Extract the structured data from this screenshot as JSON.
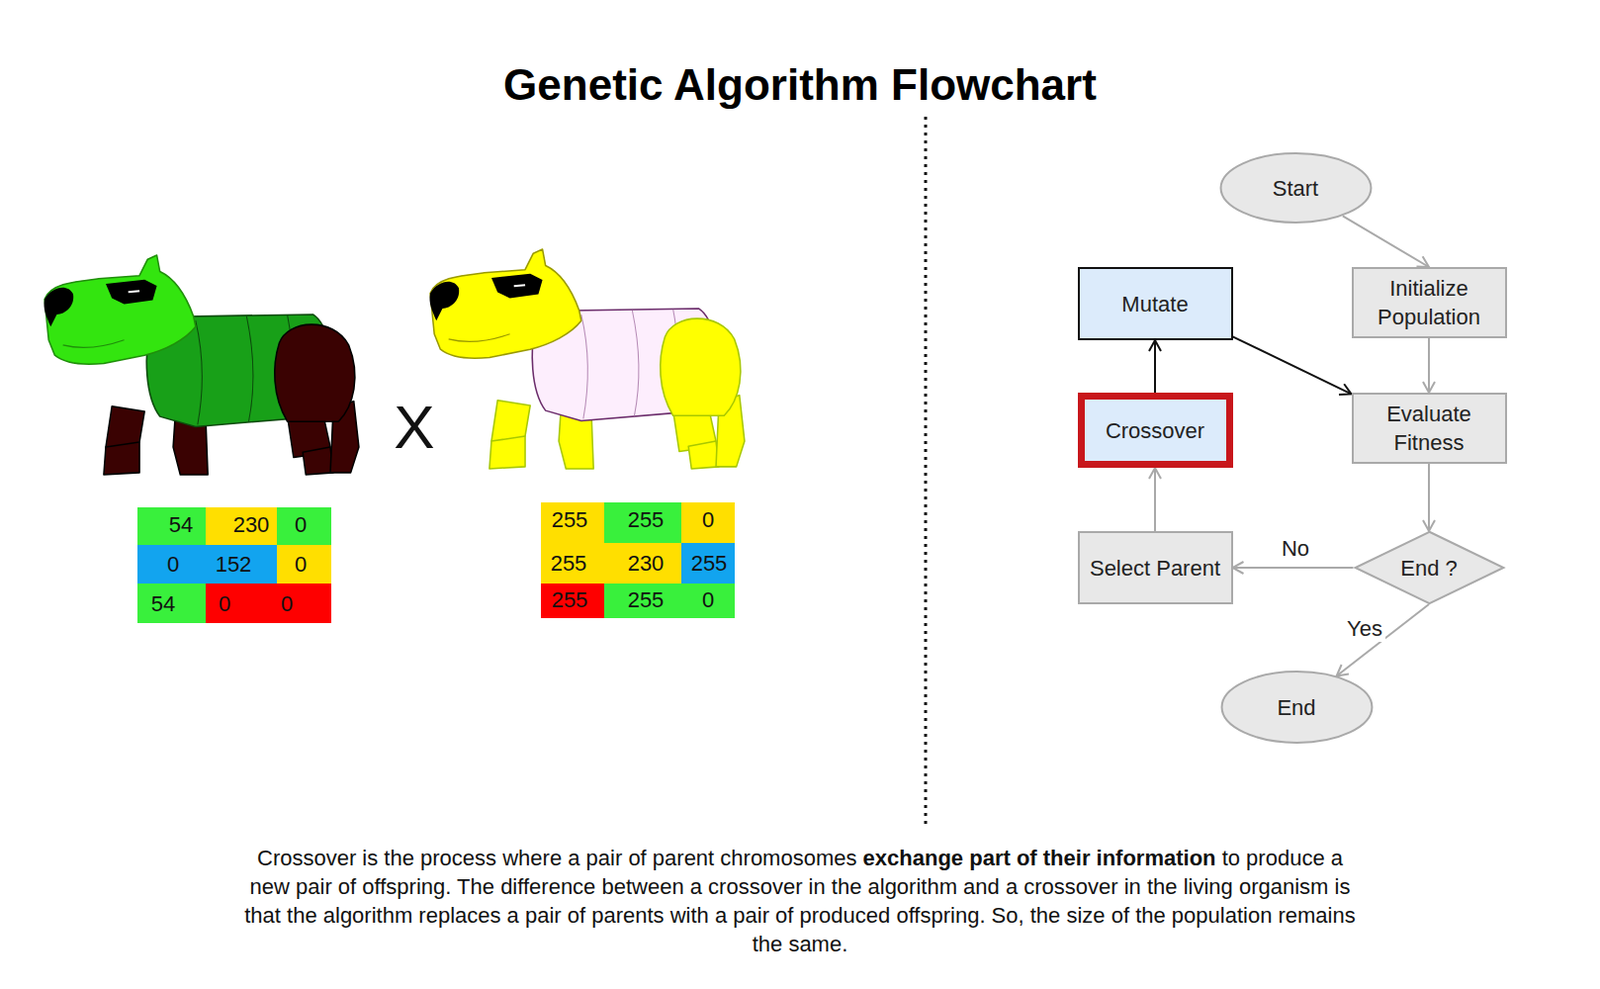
{
  "diagram": {
    "title": "Genetic Algorithm Flowchart",
    "caption": "Crossover is the process where a pair of parent chromosomes exchange part of their information to produce a new pair of offspring. The difference between a crossover in the algorithm and a crossover in the living organism is that the algorithm replaces a pair of parents with a pair of produced offspring. So, the size of the population remains the same.",
    "nodes": [
      {
        "text": [
          "Start"
        ]
      },
      {
        "text": [
          "Mutate"
        ]
      },
      {
        "text": [
          "Initialize Population"
        ]
      },
      {
        "text": [
          "Crossover"
        ]
      },
      {
        "text": [
          "Evaluate Fitness"
        ]
      },
      {
        "text": [
          "Select Parent"
        ]
      },
      {
        "text": [
          "End ?"
        ]
      },
      {
        "text": [
          "End"
        ]
      }
    ],
    "edges": [
      {
        "from": 0,
        "to": 2,
        "arrow": "to"
      },
      {
        "from": 2,
        "to": 4,
        "arrow": "to"
      },
      {
        "from": 4,
        "to": 6,
        "arrow": "to"
      },
      {
        "from": 6,
        "to": 5,
        "label": "No",
        "arrow": "to"
      },
      {
        "from": 6,
        "to": 7,
        "label": "Yes",
        "arrow": "to"
      },
      {
        "from": 5,
        "to": 3,
        "arrow": "to"
      },
      {
        "from": 3,
        "to": 1,
        "arrow": "to"
      },
      {
        "from": 1,
        "to": 4,
        "arrow": "to"
      }
    ],
    "labels": [
      "X",
      "54",
      "230",
      "0",
      "0",
      "152",
      "0",
      "54",
      "0",
      "0",
      "255",
      "255",
      "0",
      "255",
      "230",
      "255",
      "255",
      "255",
      "0"
    ]
  }
}
